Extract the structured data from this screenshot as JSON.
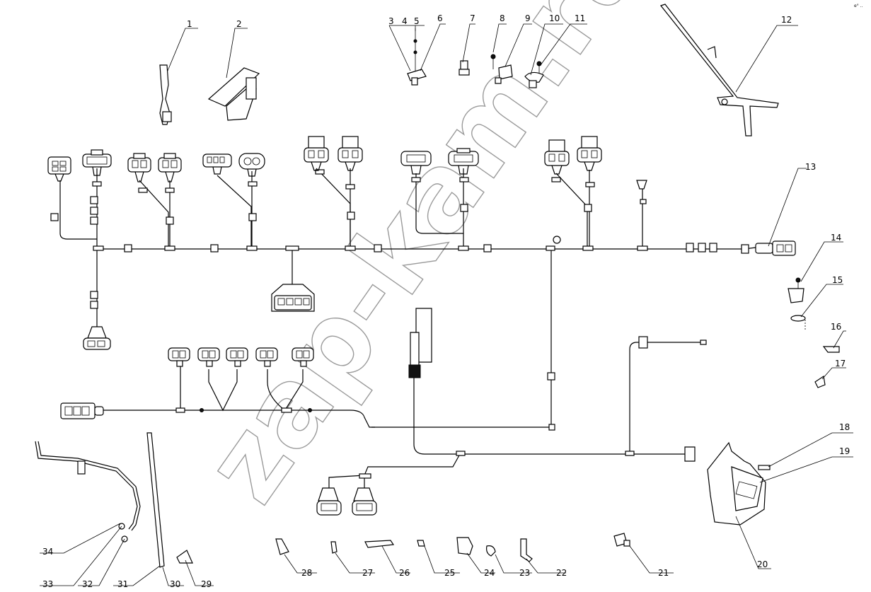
{
  "watermark": "zap-kam.ru",
  "corner_mark": "e° ‥",
  "callouts": [
    "1",
    "2",
    "3",
    "4",
    "5",
    "6",
    "7",
    "8",
    "9",
    "10",
    "11",
    "12",
    "13",
    "14",
    "15",
    "16",
    "17",
    "18",
    "19",
    "20",
    "21",
    "22",
    "23",
    "24",
    "25",
    "26",
    "27",
    "28",
    "29",
    "30",
    "31",
    "32",
    "33",
    "34"
  ]
}
